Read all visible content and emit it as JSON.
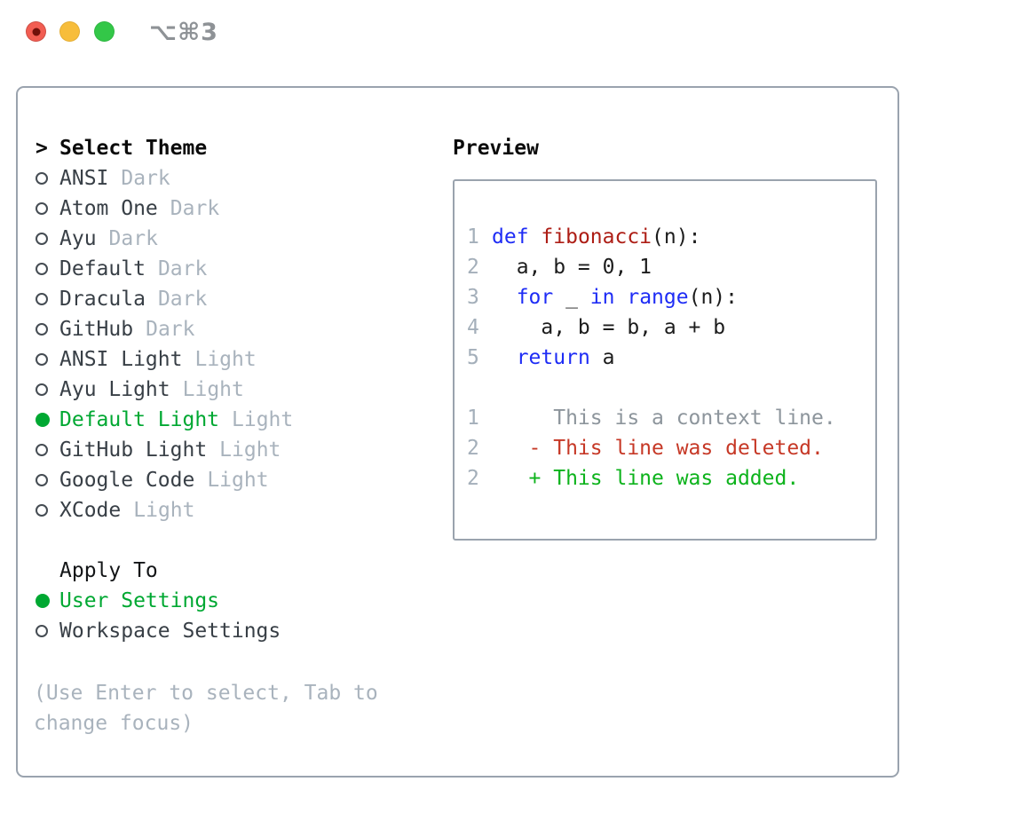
{
  "window": {
    "shortcut": "⌥⌘3",
    "traffic_lights": [
      "close",
      "minimize",
      "zoom"
    ]
  },
  "theme_picker": {
    "title_prefix": ">",
    "title": "Select Theme",
    "themes": [
      {
        "name": "ANSI",
        "tag": "Dark",
        "selected": false
      },
      {
        "name": "Atom One",
        "tag": "Dark",
        "selected": false
      },
      {
        "name": "Ayu",
        "tag": "Dark",
        "selected": false
      },
      {
        "name": "Default",
        "tag": "Dark",
        "selected": false
      },
      {
        "name": "Dracula",
        "tag": "Dark",
        "selected": false
      },
      {
        "name": "GitHub",
        "tag": "Dark",
        "selected": false
      },
      {
        "name": "ANSI Light",
        "tag": "Light",
        "selected": false
      },
      {
        "name": "Ayu Light",
        "tag": "Light",
        "selected": false
      },
      {
        "name": "Default Light",
        "tag": "Light",
        "selected": true
      },
      {
        "name": "GitHub Light",
        "tag": "Light",
        "selected": false
      },
      {
        "name": "Google Code",
        "tag": "Light",
        "selected": false
      },
      {
        "name": "XCode",
        "tag": "Light",
        "selected": false
      }
    ],
    "apply_to": {
      "title": "Apply To",
      "options": [
        {
          "name": "User Settings",
          "selected": true
        },
        {
          "name": "Workspace Settings",
          "selected": false
        }
      ]
    },
    "hint": "(Use Enter to select, Tab to change focus)"
  },
  "preview": {
    "title": "Preview",
    "code_lines": [
      {
        "num": "1",
        "segments": [
          {
            "t": "def",
            "c": "kw"
          },
          {
            "t": " "
          },
          {
            "t": "fibonacci",
            "c": "fn"
          },
          {
            "t": "(n):"
          }
        ]
      },
      {
        "num": "2",
        "segments": [
          {
            "t": "  a, b = 0, 1"
          }
        ]
      },
      {
        "num": "3",
        "segments": [
          {
            "t": "  "
          },
          {
            "t": "for",
            "c": "kw"
          },
          {
            "t": " _ "
          },
          {
            "t": "in",
            "c": "kw"
          },
          {
            "t": " "
          },
          {
            "t": "range",
            "c": "kw"
          },
          {
            "t": "(n):"
          }
        ]
      },
      {
        "num": "4",
        "segments": [
          {
            "t": "    a, b = b, a + b"
          }
        ]
      },
      {
        "num": "5",
        "segments": [
          {
            "t": "  "
          },
          {
            "t": "return",
            "c": "kw"
          },
          {
            "t": " a"
          }
        ]
      }
    ],
    "diff_lines": [
      {
        "num": "1",
        "kind": "context",
        "text": "     This is a context line."
      },
      {
        "num": "2",
        "kind": "deleted",
        "text": "   - This line was deleted."
      },
      {
        "num": "2",
        "kind": "added",
        "text": "   + This line was added."
      }
    ]
  },
  "colors": {
    "accent_green": "#00a832",
    "keyword_blue": "#1e2cf5",
    "function_red": "#ad1d15",
    "diff_deleted_red": "#c63826",
    "diff_added_green": "#0db31c",
    "context_gray": "#8d959c",
    "line_number_gray": "#a4afba",
    "muted_gray": "#a9b3bd",
    "text_dark": "#383f46",
    "border_gray": "#9aa3ae",
    "traffic_red": "#f25d52",
    "traffic_yellow": "#f7bd3b",
    "traffic_green": "#33c748"
  }
}
